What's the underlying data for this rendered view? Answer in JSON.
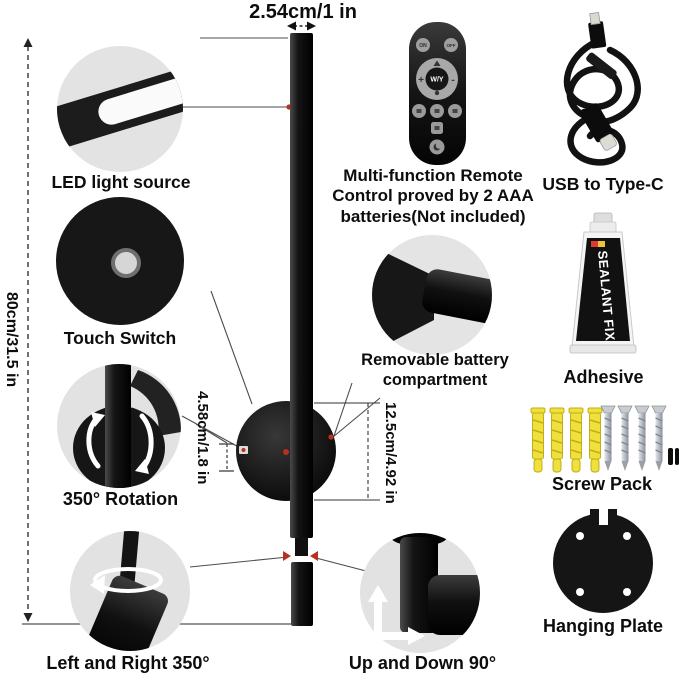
{
  "labels": {
    "top_width": "2.54cm/1 in",
    "height": "80cm/31.5 in",
    "led": "LED light source",
    "remote1": "Multi-function Remote",
    "remote2": "Control proved by 2 AAA",
    "remote3": "batteries(Not included)",
    "usb": "USB to Type-C",
    "touch": "Touch Switch",
    "battery1": "Removable battery",
    "battery2": "compartment",
    "adhesive": "Adhesive",
    "rotation": "350° Rotation",
    "screw_pack": "Screw Pack",
    "left_right": "Left and Right 350°",
    "up_down": "Up and Down 90°",
    "hanging_plate": "Hanging Plate",
    "depth": "4.58cm/1.8 in",
    "plate_width": "12.5cm/4.92 in"
  },
  "remote_buttons": {
    "power_on": "ON",
    "power_off": "OFF",
    "center": "W/Y",
    "plus": "+",
    "minus": "-"
  },
  "adhesive_brand": "SEALANT FIX",
  "colors": {
    "background": "#ffffff",
    "accent_red": "#b8301f",
    "circle_gray": "#e3e3e3",
    "product_black": "#111111",
    "anchor_yellow": "#efe03c"
  }
}
